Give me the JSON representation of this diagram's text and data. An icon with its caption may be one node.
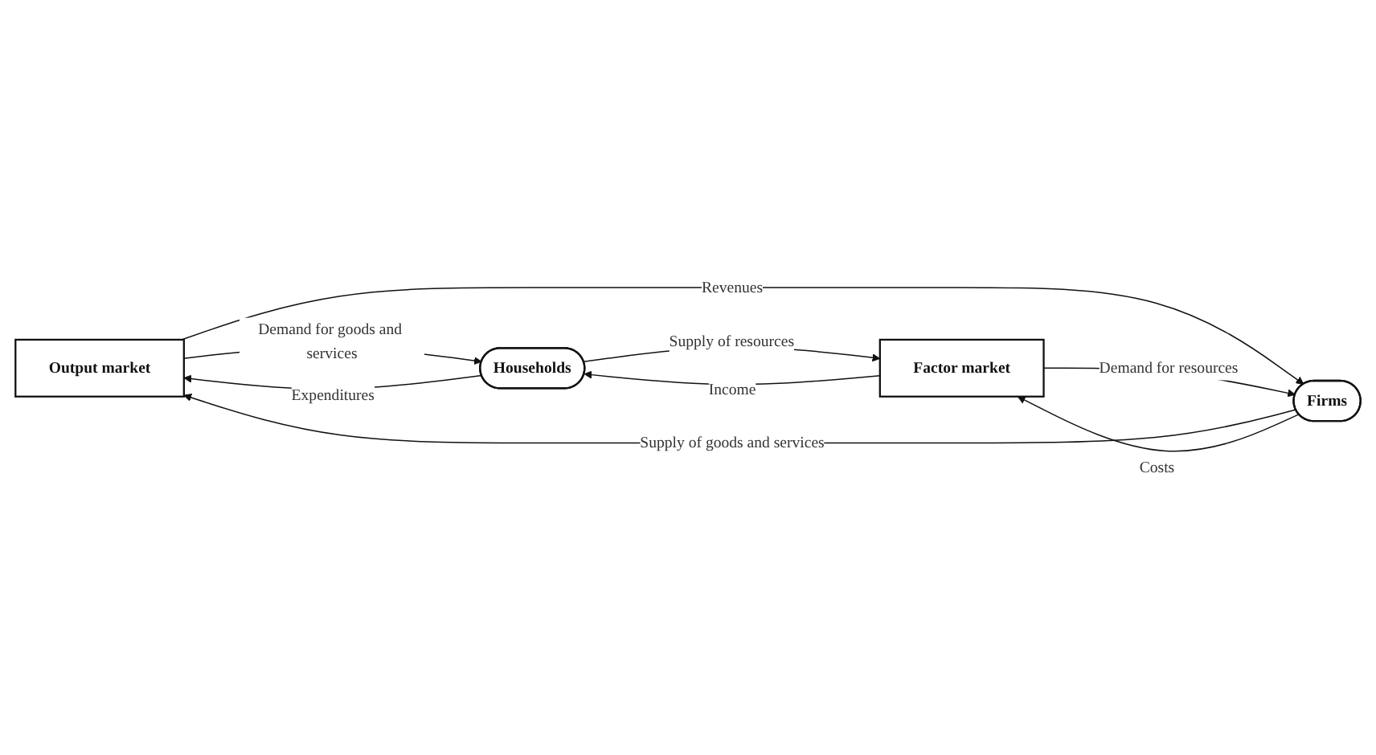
{
  "diagram": {
    "nodes": [
      {
        "text": [
          "Output market"
        ]
      },
      {
        "text": [
          "Households"
        ]
      },
      {
        "text": [
          "Firms"
        ]
      },
      {
        "text": [
          "Factor market"
        ]
      }
    ],
    "edges": [
      {
        "from": 0,
        "to": 1,
        "arrow": "to",
        "label": "Demand for goods and services"
      },
      {
        "from": 1,
        "to": 0,
        "arrow": "to",
        "label": "Expenditures"
      },
      {
        "from": 2,
        "to": 0,
        "arrow": "to",
        "label": "Supply of goods and services"
      },
      {
        "from": 0,
        "to": 2,
        "arrow": "to",
        "label": "Revenues"
      },
      {
        "from": 3,
        "to": 1,
        "arrow": "to",
        "label": "Income"
      },
      {
        "from": 1,
        "to": 3,
        "arrow": "to",
        "label": "Supply of resources"
      },
      {
        "from": 2,
        "to": 3,
        "arrow": "to",
        "label": "Costs"
      },
      {
        "from": 3,
        "to": 2,
        "arrow": "to",
        "label": "Demand for resources"
      }
    ]
  }
}
